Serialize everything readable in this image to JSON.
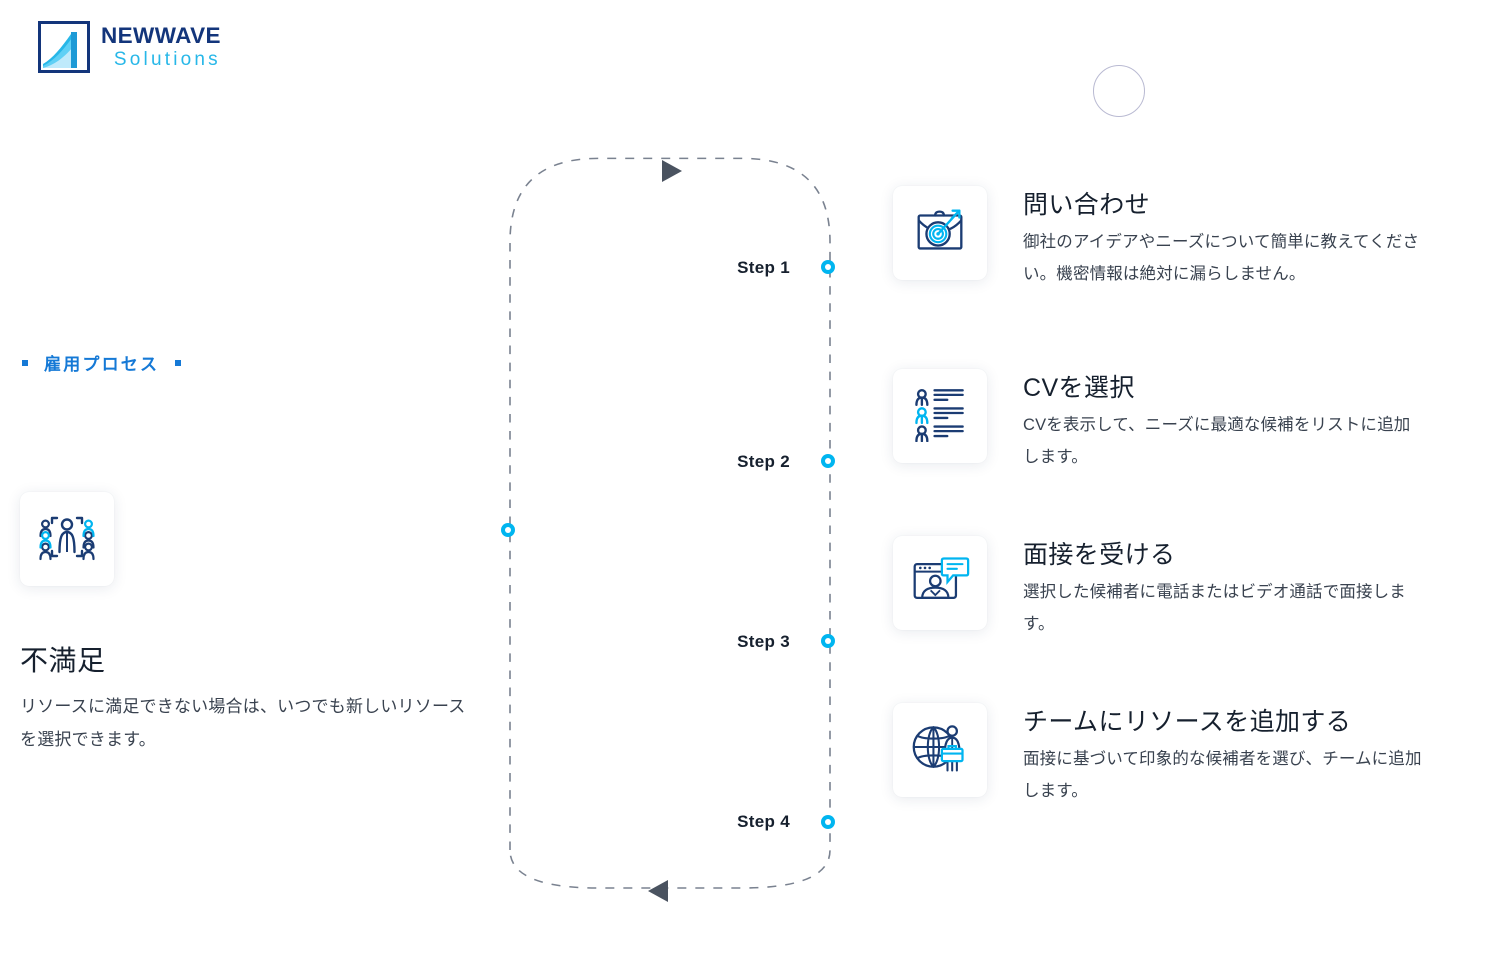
{
  "brand": {
    "name_top": "NEWWAVE",
    "name_bottom": "Solutions",
    "mark_icon": "wave-logo-icon",
    "color_dark": "#13357b",
    "color_light": "#27b7e8"
  },
  "section": {
    "eyebrow": "雇用プロセス",
    "eyebrow_color": "#1579d6"
  },
  "left_panel": {
    "icon": "group-of-people-selection-icon",
    "title": "不満足",
    "description": "リソースに満足できない場合は、いつでも新しいリソースを選択できます。"
  },
  "flow": {
    "arrow_top_icon": "arrow-right-icon",
    "arrow_bottom_icon": "arrow-left-icon",
    "marker_icon": "step-node-icon",
    "path_color": "#6b7280",
    "marker_color": "#00b5f0",
    "steps": [
      {
        "label": "Step 1"
      },
      {
        "label": "Step 2"
      },
      {
        "label": "Step 3"
      },
      {
        "label": "Step 4"
      }
    ]
  },
  "decor": {
    "circle": "outline-circle-decoration"
  },
  "steps": [
    {
      "icon": "briefcase-target-dart-icon",
      "title": "問い合わせ",
      "description": "御社のアイデアやニーズについて簡単に教えてください。機密情報は絶対に漏らしません。"
    },
    {
      "icon": "candidate-list-icon",
      "title": "CVを選択",
      "description": "CVを表示して、ニーズに最適な候補をリストに追加します。"
    },
    {
      "icon": "video-interview-icon",
      "title": "面接を受ける",
      "description": "選択した候補者に電話またはビデオ通話で面接します。"
    },
    {
      "icon": "global-team-member-icon",
      "title": "チームにリソースを追加する",
      "description": "面接に基づいて印象的な候補者を選び、チームに追加します。"
    }
  ]
}
